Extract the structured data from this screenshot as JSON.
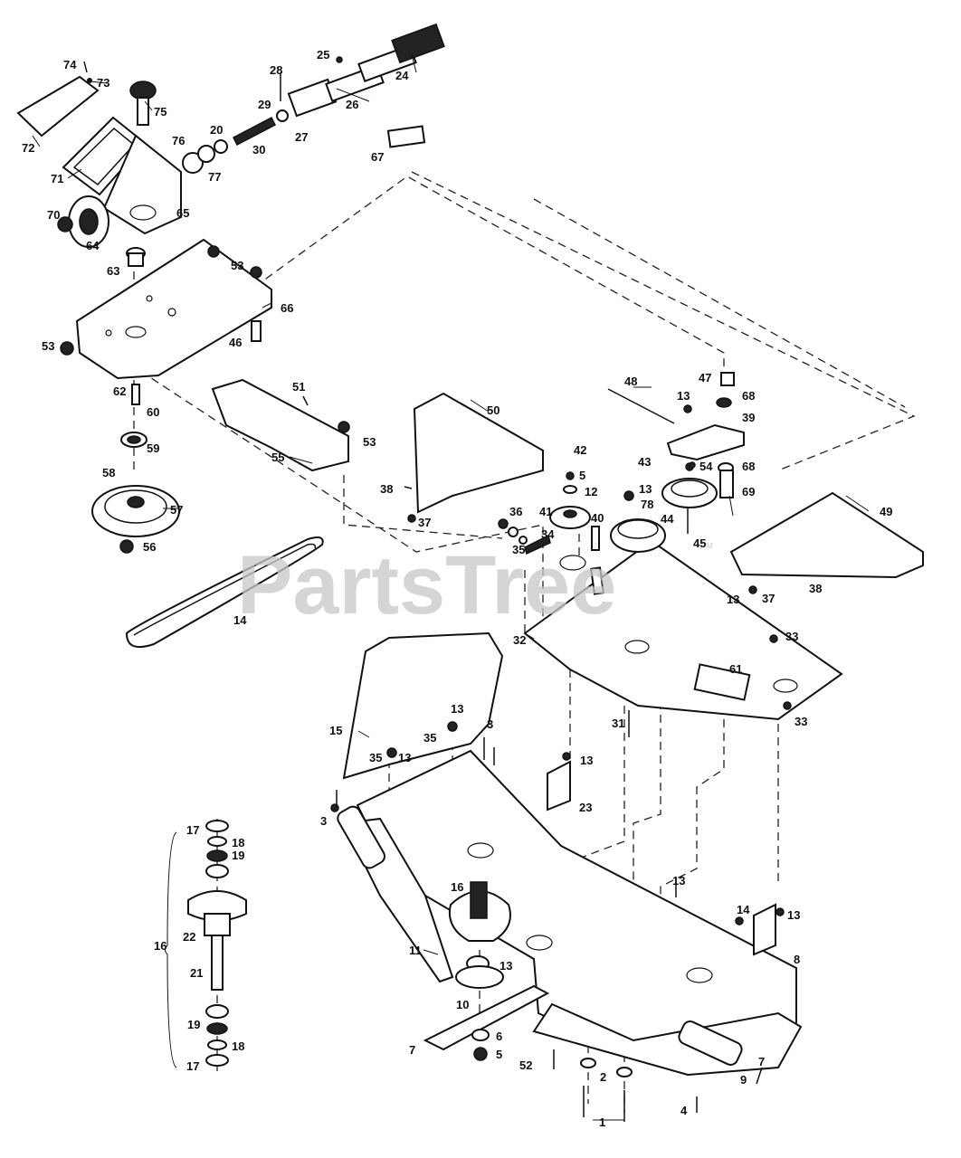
{
  "watermark": {
    "text": "PartsTree",
    "trademark": "TM"
  },
  "callouts": {
    "c1": "1",
    "c2": "2",
    "c3": "3",
    "c4": "4",
    "c5": "5",
    "c6": "6",
    "c7": "7",
    "c8": "8",
    "c9": "9",
    "c10": "10",
    "c11": "11",
    "c12": "12",
    "c13": "13",
    "c14": "14",
    "c15": "15",
    "c16": "16",
    "c17": "17",
    "c18": "18",
    "c19": "19",
    "c20": "20",
    "c21": "21",
    "c22": "22",
    "c23": "23",
    "c24": "24",
    "c25": "25",
    "c26": "26",
    "c27": "27",
    "c28": "28",
    "c29": "29",
    "c30": "30",
    "c31": "31",
    "c32": "32",
    "c33": "33",
    "c34": "34",
    "c35": "35",
    "c36": "36",
    "c37": "37",
    "c38": "38",
    "c39": "39",
    "c40": "40",
    "c41": "41",
    "c42": "42",
    "c43": "43",
    "c44": "44",
    "c45": "45",
    "c46": "46",
    "c47": "47",
    "c48": "48",
    "c49": "49",
    "c50": "50",
    "c51": "51",
    "c52": "52",
    "c53": "53",
    "c54": "54",
    "c55": "55",
    "c56": "56",
    "c57": "57",
    "c58": "58",
    "c59": "59",
    "c60": "60",
    "c61": "61",
    "c62": "62",
    "c63": "63",
    "c64": "64",
    "c65": "65",
    "c66": "66",
    "c67": "67",
    "c68": "68",
    "c69": "69",
    "c70": "70",
    "c71": "71",
    "c72": "72",
    "c73": "73",
    "c74": "74",
    "c75": "75",
    "c76": "76",
    "c77": "77",
    "c78": "78"
  }
}
